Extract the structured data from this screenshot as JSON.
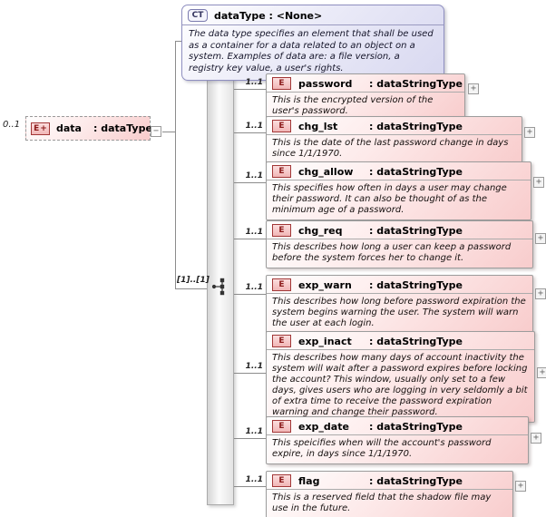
{
  "diagram": {
    "complex_type": {
      "badge": "CT",
      "title": "dataType : <None>",
      "description": "The data type specifies an element that shall be used as a container for a data related to an object on a system. Examples of data are: a file version, a registry key value, a user's rights."
    },
    "root_element": {
      "multiplicity": "0..1",
      "badge": "E",
      "badge_plus": "+",
      "name": "data",
      "type_label": ": dataType",
      "collapse_glyph": "−"
    },
    "sequence": {
      "occurs_label": "[1]..[1]"
    },
    "expand_glyph": "+",
    "elements": [
      {
        "multiplicity": "1..1",
        "badge": "E",
        "name": "password",
        "type_label": ": dataStringType",
        "description": "This is the encrypted version of the user's password."
      },
      {
        "multiplicity": "1..1",
        "badge": "E",
        "name": "chg_lst",
        "type_label": ": dataStringType",
        "description": "This is the date of the last password change in days since 1/1/1970."
      },
      {
        "multiplicity": "1..1",
        "badge": "E",
        "name": "chg_allow",
        "type_label": ": dataStringType",
        "description": "This specifies how often in days a user may change their password.  It can also be thought of as the minimum age of a password."
      },
      {
        "multiplicity": "1..1",
        "badge": "E",
        "name": "chg_req",
        "type_label": ": dataStringType",
        "description": "This describes how long a user can keep a password before the system forces her to change it."
      },
      {
        "multiplicity": "1..1",
        "badge": "E",
        "name": "exp_warn",
        "type_label": ": dataStringType",
        "description": "This describes how long before password expiration the system begins warning the user.  The system will warn the user at each login."
      },
      {
        "multiplicity": "1..1",
        "badge": "E",
        "name": "exp_inact",
        "type_label": ": dataStringType",
        "description": "This describes how many days of account inactivity the system will wait after a password expires before locking the account? This window, usually only set to a few days, gives users who are logging in very seldomly a bit of extra time to receive the password expiration warning and change their password."
      },
      {
        "multiplicity": "1..1",
        "badge": "E",
        "name": "exp_date",
        "type_label": ": dataStringType",
        "description": "This speicifies when will the account's password expire, in days since 1/1/1970."
      },
      {
        "multiplicity": "1..1",
        "badge": "E",
        "name": "flag",
        "type_label": ": dataStringType",
        "description": "This is a reserved field that the shadow file may use in the future."
      }
    ]
  }
}
